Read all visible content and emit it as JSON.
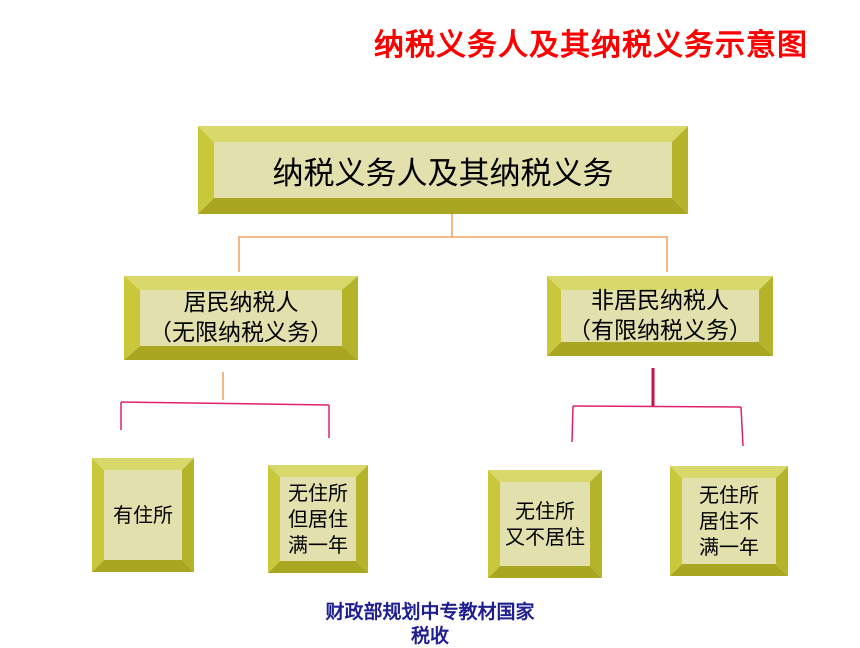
{
  "title": "纳税义务人及其纳税义务示意图",
  "root": {
    "label": "纳税义务人及其纳税义务"
  },
  "resident": {
    "line1": "居民纳税人",
    "line2": "（无限纳税义务）"
  },
  "nonresident": {
    "line1": "非居民纳税人",
    "line2": "（有限纳税义务）"
  },
  "leaves": [
    {
      "lines": [
        "有住所"
      ]
    },
    {
      "lines": [
        "无住所",
        "但居住",
        "满一年"
      ]
    },
    {
      "lines": [
        "无住所",
        "又不居住"
      ]
    },
    {
      "lines": [
        "无住所",
        "居住不",
        "满一年"
      ]
    }
  ],
  "footer": {
    "line1": "财政部规划中专教材国家",
    "line2": "税收"
  },
  "colors": {
    "box_face": "#e2e0ac",
    "box_side": "#c9c83a",
    "box_side_dark": "#a9a722",
    "orange_line": "#f0a060",
    "pink_line": "#e0206a"
  }
}
